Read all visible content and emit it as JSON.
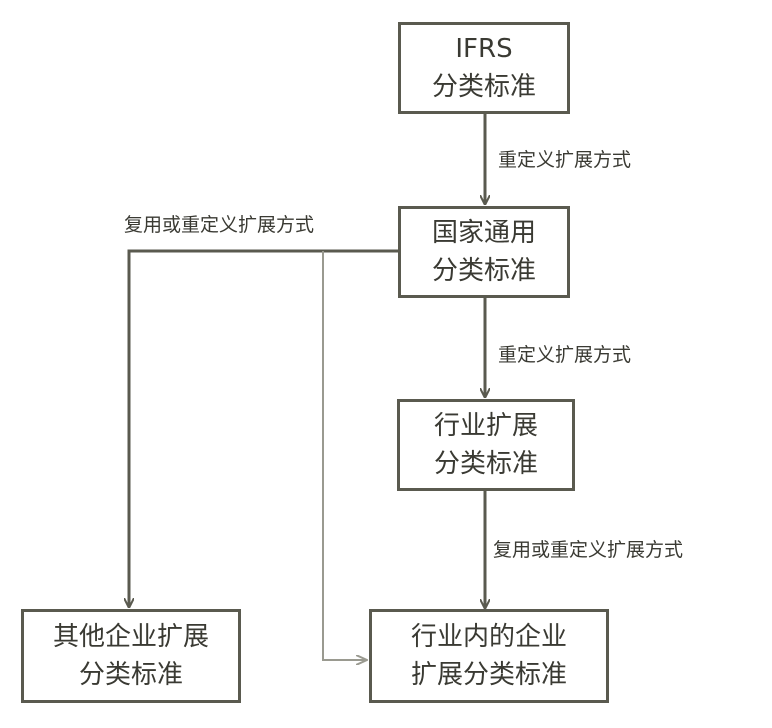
{
  "nodes": {
    "ifrs": {
      "line1": "IFRS",
      "line2": "分类标准"
    },
    "national": {
      "line1": "国家通用",
      "line2": "分类标准"
    },
    "industry": {
      "line1": "行业扩展",
      "line2": "分类标准"
    },
    "other_enterprise": {
      "line1": "其他企业扩展",
      "line2": "分类标准"
    },
    "industry_enterprise": {
      "line1": "行业内的企业",
      "line2": "扩展分类标准"
    }
  },
  "edges": {
    "ifrs_to_national": "重定义扩展方式",
    "national_to_other": "复用或重定义扩展方式",
    "national_to_industry": "重定义扩展方式",
    "industry_to_enterprise": "复用或重定义扩展方式"
  },
  "colors": {
    "dark_line": "#5a5a4f",
    "light_line": "#9a9a90",
    "text": "#3a3a33"
  }
}
